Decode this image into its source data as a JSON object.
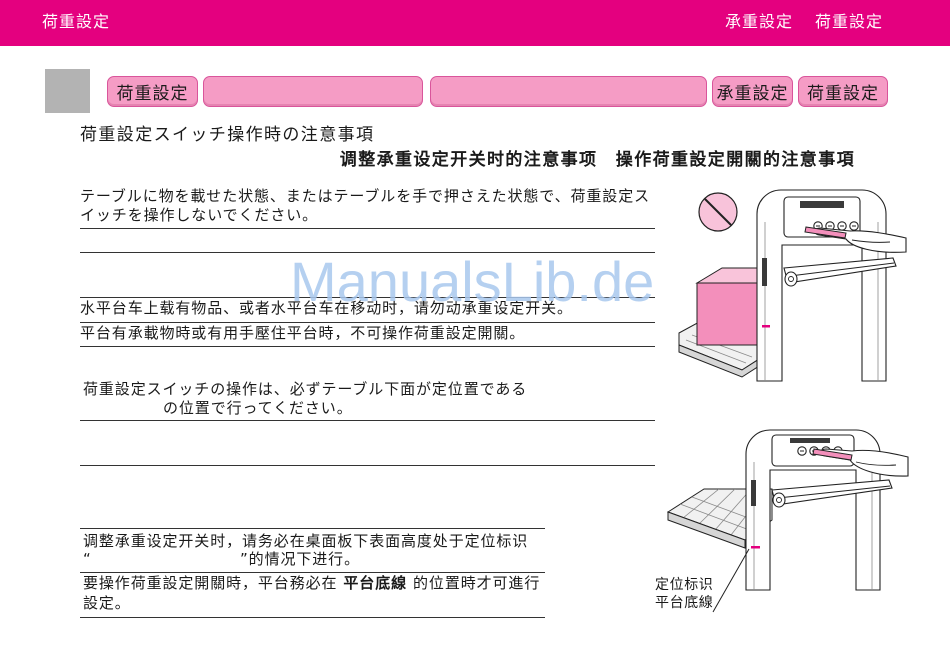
{
  "colors": {
    "brand": "#e4007f",
    "tab_fill": "#f59cc5",
    "tab_border": "#d9559b",
    "chapter_marker": "#b3b3b3",
    "accent_pink": "#f38fbb",
    "watermark": "#a9c8ee"
  },
  "header": {
    "title": "荷重設定",
    "right_items": [
      "承重設定",
      "荷重設定"
    ]
  },
  "tabs": [
    {
      "label": "荷重設定"
    },
    {},
    {},
    {
      "label": "承重設定"
    },
    {
      "label": "荷重設定"
    }
  ],
  "section": {
    "title_ja": "荷重設定スイッチ操作時の注意事項",
    "title_zh": "调整承重设定开关时的注意事项　操作荷重設定開關的注意事項"
  },
  "caution_load": {
    "ja": [
      "テーブルに物を載せた状態、またはテーブルを手で押さえた状態で、荷重設定ス",
      "イッチを操作しないでください。"
    ],
    "zh_cn": "水平台车上载有物品、或者水平台车在移动时，请勿动承重设定开关。",
    "zh_tw": "平台有承載物時或有用手壓住平台時，不可操作荷重設定開關。"
  },
  "caution_position": {
    "ja": [
      "荷重設定スイッチの操作は、必ずテーブル下面が定位置である",
      "の位置で行ってください。"
    ],
    "zh_cn": {
      "line1": "调整承重设定开关时，请务必在桌面板下表面高度处于定位标识",
      "quote_open": "“",
      "line2_rest": "”的情况下进行。"
    },
    "zh_tw": {
      "before": "要操作荷重設定開關時，平台務必在",
      "emphasis": "平台底線",
      "after": "的位置時才可進行",
      "line2": "設定。"
    }
  },
  "figure_labels": {
    "marker_zh_cn": "定位标识",
    "marker_zh_tw": "平台底線"
  },
  "watermark": "ManualsLib.de",
  "icons": [
    "prohibition-icon",
    "hand-icon",
    "control-button-icon"
  ]
}
